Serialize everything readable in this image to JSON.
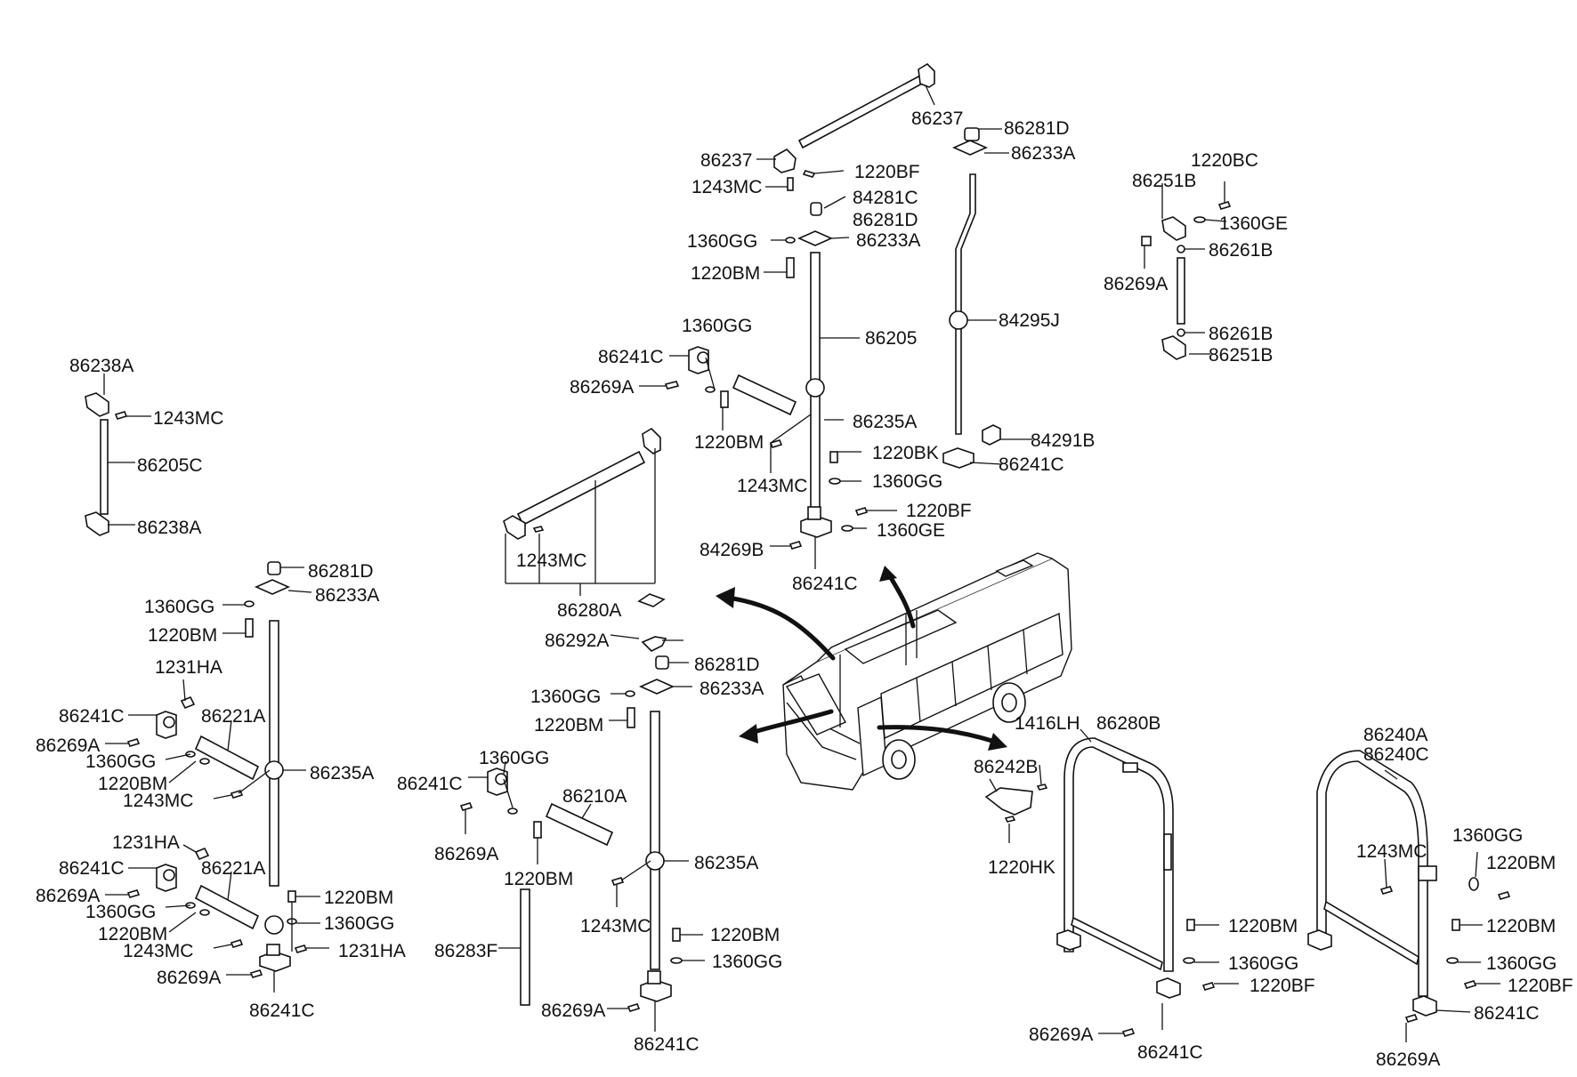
{
  "labels": {
    "l1": "86237",
    "l2": "86281D",
    "l3": "86237",
    "l4": "86233A",
    "l5": "1220BF",
    "l6": "1243MC",
    "l7": "84281C",
    "l8": "86281D",
    "l9": "1360GG",
    "l10": "86233A",
    "l11": "1220BM",
    "l12": "84295J",
    "l13": "86205",
    "l14": "1360GG",
    "l15": "86241C",
    "l16": "86269A",
    "l17": "86235A",
    "l18": "1220BM",
    "l19": "84291B",
    "l20": "1220BK",
    "l21": "86241C",
    "l22": "1243MC",
    "l23": "1360GG",
    "l24": "1220BF",
    "l25": "84269B",
    "l26": "1360GE",
    "l27": "86241C",
    "l28": "1220BC",
    "l29": "86251B",
    "l30": "1360GE",
    "l31": "86261B",
    "l32": "86269A",
    "l33": "86261B",
    "l34": "86251B",
    "l35": "86238A",
    "l36": "1243MC",
    "l37": "86205C",
    "l38": "86238A",
    "l39": "1243MC",
    "l40": "86280A",
    "l41": "86281D",
    "l42": "1360GG",
    "l43": "86233A",
    "l44": "1220BM",
    "l45": "1231HA",
    "l46": "86241C",
    "l47": "86221A",
    "l48": "86269A",
    "l49": "1360GG",
    "l50": "1220BM",
    "l51": "86235A",
    "l52": "1243MC",
    "l53": "1231HA",
    "l54": "86241C",
    "l55": "86221A",
    "l56": "86269A",
    "l57": "1360GG",
    "l58": "1220BM",
    "l59": "1243MC",
    "l60": "1220BM",
    "l61": "1360GG",
    "l62": "1231HA",
    "l63": "86269A",
    "l64": "86241C",
    "l65": "86292A",
    "l66": "86281D",
    "l67": "1360GG",
    "l68": "86233A",
    "l69": "1220BM",
    "l70": "1360GG",
    "l71": "86241C",
    "l72": "86210A",
    "l73": "86269A",
    "l74": "86235A",
    "l75": "1220BM",
    "l76": "1243MC",
    "l77": "1220BM",
    "l78": "86283F",
    "l79": "1360GG",
    "l80": "86269A",
    "l81": "86241C",
    "l82": "1416LH",
    "l83": "86280B",
    "l84": "86242B",
    "l85": "1220HK",
    "l86": "1220BM",
    "l87": "1360GG",
    "l88": "1220BF",
    "l89": "86269A",
    "l90": "86241C",
    "l91": "86240A",
    "l92": "86240C",
    "l93": "1360GG",
    "l94": "1243MC",
    "l95": "1220BM",
    "l96": "1220BM",
    "l97": "1360GG",
    "l98": "1220BF",
    "l99": "86241C",
    "l100": "86269A"
  },
  "colors": {
    "ink": "#111111",
    "paper": "#ffffff"
  },
  "icons": [
    "bus-illustration",
    "bolt-icon",
    "washer-icon",
    "cap-icon",
    "bracket-icon",
    "grab-rail",
    "arrow-icon"
  ]
}
